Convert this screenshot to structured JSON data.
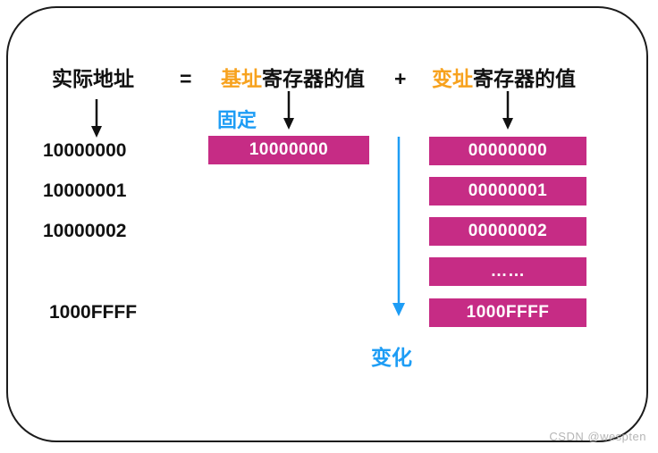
{
  "diagram": {
    "formula": {
      "actual_address_label": "实际地址",
      "equals_sign": "=",
      "base_highlight": "基址",
      "base_rest": "寄存器的值",
      "plus_sign": "+",
      "index_highlight": "变址",
      "index_rest": "寄存器的值"
    },
    "fixed_label": "固定",
    "change_label": "变化",
    "actual_addresses": [
      "10000000",
      "10000001",
      "10000002",
      "1000FFFF"
    ],
    "base_register_value": "10000000",
    "index_register_values": [
      "00000000",
      "00000001",
      "00000002",
      "……",
      "1000FFFF"
    ],
    "colors": {
      "box_magenta": "#C62C85",
      "highlight_orange": "#F7A21E",
      "accent_blue": "#1E9DF5",
      "text_black": "#111111",
      "watermark_gray": "#B5B5B5"
    },
    "watermark": "CSDN @wespten"
  }
}
